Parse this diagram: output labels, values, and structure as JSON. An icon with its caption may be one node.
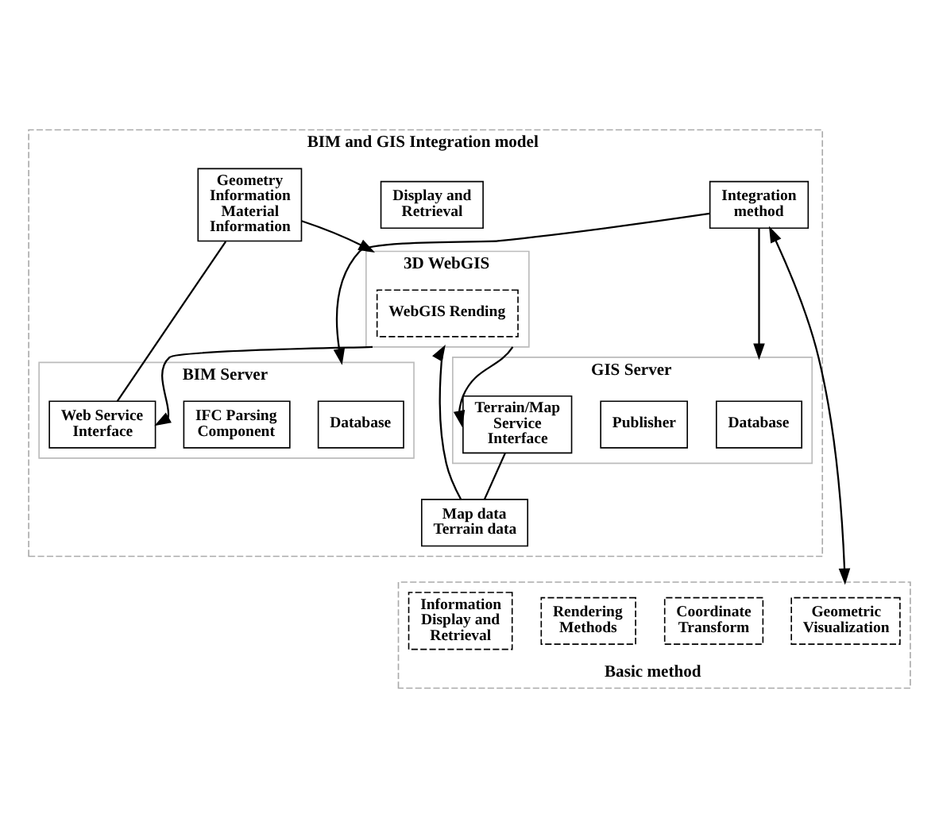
{
  "diagram": {
    "nodes": [
      {
        "text": [
          "BIM and GIS Integration model"
        ]
      },
      {
        "text": [
          "BIM Server"
        ],
        "in": 0
      },
      {
        "text": [
          "Database"
        ],
        "in": 1
      },
      {
        "text": [
          "IFC Parsing Component"
        ],
        "in": 1
      },
      {
        "text": [
          "Web Service Interface"
        ],
        "in": 1
      },
      {
        "text": [
          "Integration method"
        ],
        "in": 0
      },
      {
        "text": [
          "Display and Retrieval"
        ],
        "in": 0
      },
      {
        "text": [
          "GIS Server"
        ],
        "in": 0
      },
      {
        "text": [
          "Database"
        ],
        "in": 7
      },
      {
        "text": [
          "Publisher"
        ],
        "in": 7
      },
      {
        "text": [
          "Terrain/Map Service Interface"
        ],
        "in": 7
      },
      {
        "text": [
          "Geometry Information",
          "Material Information"
        ],
        "in": 0
      },
      {
        "text": [
          "3D WebGIS"
        ],
        "in": 0
      },
      {
        "text": [
          "WebGIS Rending"
        ],
        "in": 12
      },
      {
        "text": [
          "Map data",
          "Terrain data"
        ],
        "in": 0
      },
      {
        "text": [
          "Basic method"
        ]
      },
      {
        "text": [
          "Geometric Visualization"
        ],
        "in": 15
      },
      {
        "text": [
          "Coordinate Transform"
        ],
        "in": 15
      },
      {
        "text": [
          "Rendering Methods"
        ],
        "in": 15
      },
      {
        "text": [
          "Information Display and Retrieval"
        ],
        "in": 15
      }
    ],
    "edges": [
      {
        "from": 5,
        "to": 1,
        "arrow": "to"
      },
      {
        "from": 5,
        "to": 7,
        "arrow": "to"
      },
      {
        "from": 5,
        "to": 15,
        "arrow": "both"
      },
      {
        "from": 12,
        "to": 4,
        "arrow": "to"
      },
      {
        "from": 12,
        "to": 10,
        "arrow": "to"
      },
      {
        "from": 4,
        "to": 11,
        "arrow": "none"
      },
      {
        "from": 11,
        "to": 12,
        "arrow": "to"
      },
      {
        "from": 10,
        "to": 14,
        "arrow": "none"
      },
      {
        "from": 14,
        "to": 12,
        "arrow": "to"
      }
    ]
  }
}
